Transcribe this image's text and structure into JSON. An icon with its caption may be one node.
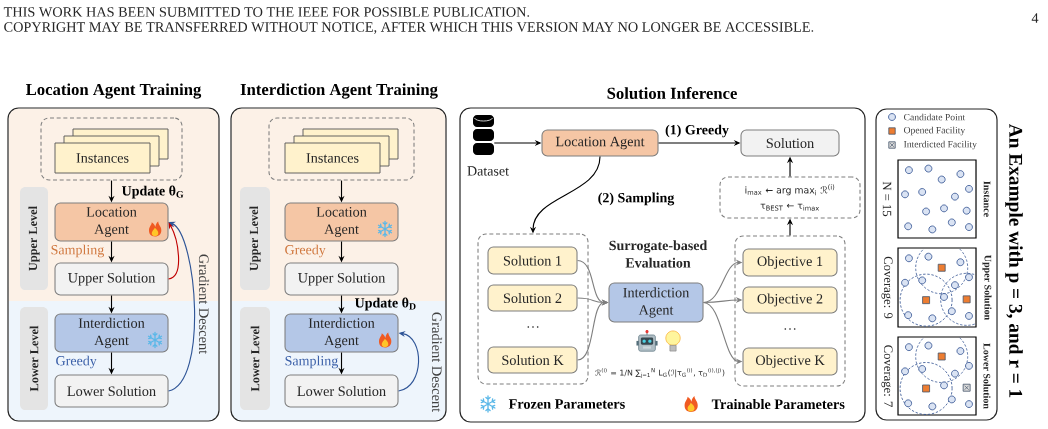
{
  "diagram": {
    "nodes": [
      {
        "text": [
          "Location Agent Training"
        ]
      },
      {
        "text": [],
        "shape": "box",
        "in": 0
      },
      {
        "text": [
          "Instances"
        ],
        "in": 1
      },
      {
        "text": [
          "Upper Level"
        ],
        "in": 0
      },
      {
        "text": [
          "Location Agent"
        ],
        "in": 0
      },
      {
        "text": [
          "Upper Solution"
        ],
        "in": 0
      },
      {
        "text": [
          "Lower Level"
        ],
        "in": 0
      },
      {
        "text": [
          "Interdiction Agent"
        ],
        "in": 0
      },
      {
        "text": [
          "Lower Solution"
        ],
        "in": 0
      },
      {
        "text": [
          "Interdiction Agent Training"
        ]
      },
      {
        "text": [],
        "shape": "box",
        "in": 9
      },
      {
        "text": [
          "Instances"
        ],
        "in": 10
      },
      {
        "text": [
          "Upper Level"
        ],
        "in": 9
      },
      {
        "text": [
          "Location Agent"
        ],
        "in": 9
      },
      {
        "text": [
          "Upper Solution"
        ],
        "in": 9
      },
      {
        "text": [
          "Lower Level"
        ],
        "in": 9
      },
      {
        "text": [
          "Interdiction Agent"
        ],
        "in": 9
      },
      {
        "text": [
          "Lower Solution"
        ],
        "in": 9
      },
      {
        "text": [
          "Solution Inference"
        ]
      },
      {
        "text": [],
        "shape": "cylinder",
        "beside": [
          "Dataset"
        ],
        "in": 18
      },
      {
        "text": [
          "Location Agent"
        ],
        "in": 18
      },
      {
        "text": [
          "Solution"
        ],
        "in": 18
      },
      {
        "text": [
          "i$_{max}$ ← arg max$_{i}$ ℛ$^{(i)}$",
          "τ$_{BEST}$ ← τ$_{imax}$"
        ],
        "in": 18
      },
      {
        "text": [],
        "shape": "box",
        "in": 18
      },
      {
        "text": [
          "Solution 1"
        ],
        "in": 23
      },
      {
        "text": [
          "Solution 2"
        ],
        "in": 23
      },
      {
        "text": [
          "Solution K"
        ],
        "in": 23
      },
      {
        "text": [
          "Interdiction Agent"
        ],
        "in": 18
      },
      {
        "text": [],
        "shape": "box",
        "in": 18
      },
      {
        "text": [
          "Objective 1"
        ],
        "in": 28
      },
      {
        "text": [
          "Objective 2"
        ],
        "in": 28
      },
      {
        "text": [
          "Objective K"
        ],
        "in": 28
      },
      {
        "text": [
          "An Example with p = 3, and r = 1"
        ]
      },
      {
        "text": [
          "Instance"
        ],
        "beside": [
          "N = 15"
        ],
        "in": 32
      },
      {
        "text": [
          "Upper Solution"
        ],
        "beside": [
          "Coverage: 9"
        ],
        "in": 32
      },
      {
        "text": [
          "Lower Solution"
        ],
        "beside": [
          "Coverage: 7"
        ],
        "in": 32
      }
    ],
    "edges": [
      {
        "from": 1,
        "to": 4,
        "arrow": "to",
        "label": "Update θ$_{G}$"
      },
      {
        "from": 4,
        "to": 5,
        "arrow": "to",
        "label": "Sampling"
      },
      {
        "from": 5,
        "to": 7,
        "arrow": "to"
      },
      {
        "from": 7,
        "to": 8,
        "arrow": "to",
        "label": "Greedy"
      },
      {
        "from": 5,
        "to": 4,
        "arrow": "to",
        "color": "#c00000"
      },
      {
        "from": 8,
        "to": 4,
        "arrow": "to",
        "color": "#2f5597",
        "label": "Gradient Descent"
      },
      {
        "from": 10,
        "to": 13,
        "arrow": "to"
      },
      {
        "from": 13,
        "to": 14,
        "arrow": "to",
        "label": "Greedy"
      },
      {
        "from": 14,
        "to": 16,
        "arrow": "to",
        "label": "Update θ$_{D}$"
      },
      {
        "from": 16,
        "to": 17,
        "arrow": "to",
        "label": "Sampling"
      },
      {
        "from": 17,
        "to": 16,
        "arrow": "to",
        "color": "#2f5597",
        "label": "Gradient Descent"
      },
      {
        "from": 19,
        "to": 20,
        "arrow": "to"
      },
      {
        "from": 20,
        "to": 21,
        "arrow": "to",
        "label": "(1) Greedy"
      },
      {
        "from": 20,
        "to": 23,
        "arrow": "to",
        "label": "(2) Sampling"
      },
      {
        "from": 24,
        "to": 27,
        "arrow": "to",
        "color": "#7f7f7f"
      },
      {
        "from": 25,
        "to": 27,
        "arrow": "to",
        "color": "#7f7f7f"
      },
      {
        "from": 26,
        "to": 27,
        "arrow": "to",
        "color": "#7f7f7f"
      },
      {
        "from": 27,
        "to": 29,
        "arrow": "to",
        "color": "#7f7f7f"
      },
      {
        "from": 27,
        "to": 30,
        "arrow": "to",
        "color": "#7f7f7f"
      },
      {
        "from": 27,
        "to": 31,
        "arrow": "to",
        "color": "#7f7f7f"
      },
      {
        "from": 28,
        "to": 22,
        "arrow": "to"
      },
      {
        "from": 22,
        "to": 21,
        "arrow": "to"
      }
    ],
    "labels": [
      "THIS WORK HAS BEEN SUBMITTED TO THE IEEE FOR POSSIBLE PUBLICATION.",
      "COPYRIGHT MAY BE TRANSFERRED WITHOUT NOTICE, AFTER WHICH THIS VERSION MAY NO LONGER BE ACCESSIBLE.",
      "4",
      "Surrogate-based Evaluation",
      "…",
      "…",
      "ℛ$^{(i)}$ = 1/N ∑$_{j=1}$$^{N}$ L$_{G}$(ℐ|τ$_{G}$$^{(i)}$, τ$_{D}$$^{(i),(j)}$)"
    ],
    "legend": [
      {
        "text": "Frozen Parameters"
      },
      {
        "text": "Trainable Parameters"
      },
      {
        "text": "Candidate Point"
      },
      {
        "text": "Opened Facility"
      },
      {
        "text": "Interdicted Facility"
      }
    ]
  }
}
